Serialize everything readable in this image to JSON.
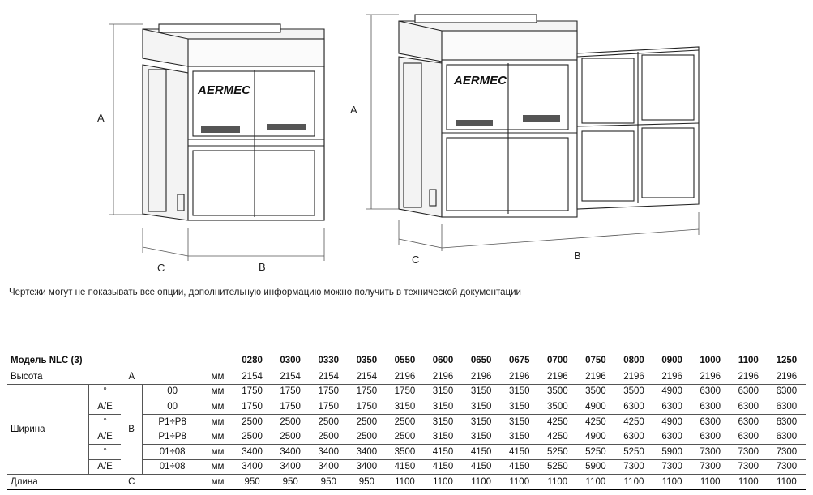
{
  "drawing": {
    "brand": "AERMEC",
    "left_unit_labels": {
      "height": "A",
      "depth": "C",
      "width": "B"
    },
    "right_unit_labels": {
      "height": "A",
      "depth": "C",
      "width": "B"
    }
  },
  "note": "Чертежи могут не показывать все опции, дополнительную информацию можно получить в технической документации",
  "table": {
    "header_label": "Модель NLC (3)",
    "models": [
      "0280",
      "0300",
      "0330",
      "0350",
      "0550",
      "0600",
      "0650",
      "0675",
      "0700",
      "0750",
      "0800",
      "0900",
      "1000",
      "1100",
      "1250"
    ],
    "rows": {
      "height": {
        "label": "Высота",
        "dim": "A",
        "unit": "мм",
        "values": [
          "2154",
          "2154",
          "2154",
          "2154",
          "2196",
          "2196",
          "2196",
          "2196",
          "2196",
          "2196",
          "2196",
          "2196",
          "2196",
          "2196",
          "2196"
        ]
      },
      "width_group_label": "Ширина",
      "width_dim": "B",
      "width": [
        {
          "version": "°",
          "option": "00",
          "unit": "мм",
          "values": [
            "1750",
            "1750",
            "1750",
            "1750",
            "1750",
            "3150",
            "3150",
            "3150",
            "3500",
            "3500",
            "3500",
            "4900",
            "6300",
            "6300",
            "6300"
          ]
        },
        {
          "version": "A/E",
          "option": "00",
          "unit": "мм",
          "values": [
            "1750",
            "1750",
            "1750",
            "1750",
            "3150",
            "3150",
            "3150",
            "3150",
            "3500",
            "4900",
            "6300",
            "6300",
            "6300",
            "6300",
            "6300"
          ]
        },
        {
          "version": "°",
          "option": "P1÷P8",
          "unit": "мм",
          "values": [
            "2500",
            "2500",
            "2500",
            "2500",
            "2500",
            "3150",
            "3150",
            "3150",
            "4250",
            "4250",
            "4250",
            "4900",
            "6300",
            "6300",
            "6300"
          ]
        },
        {
          "version": "A/E",
          "option": "P1÷P8",
          "unit": "мм",
          "values": [
            "2500",
            "2500",
            "2500",
            "2500",
            "2500",
            "3150",
            "3150",
            "3150",
            "4250",
            "4900",
            "6300",
            "6300",
            "6300",
            "6300",
            "6300"
          ]
        },
        {
          "version": "°",
          "option": "01÷08",
          "unit": "мм",
          "values": [
            "3400",
            "3400",
            "3400",
            "3400",
            "3500",
            "4150",
            "4150",
            "4150",
            "5250",
            "5250",
            "5250",
            "5900",
            "7300",
            "7300",
            "7300"
          ]
        },
        {
          "version": "A/E",
          "option": "01÷08",
          "unit": "мм",
          "values": [
            "3400",
            "3400",
            "3400",
            "3400",
            "4150",
            "4150",
            "4150",
            "4150",
            "5250",
            "5900",
            "7300",
            "7300",
            "7300",
            "7300",
            "7300"
          ]
        }
      ],
      "length": {
        "label": "Длина",
        "dim": "C",
        "unit": "мм",
        "values": [
          "950",
          "950",
          "950",
          "950",
          "1100",
          "1100",
          "1100",
          "1100",
          "1100",
          "1100",
          "1100",
          "1100",
          "1100",
          "1100",
          "1100"
        ]
      }
    }
  }
}
